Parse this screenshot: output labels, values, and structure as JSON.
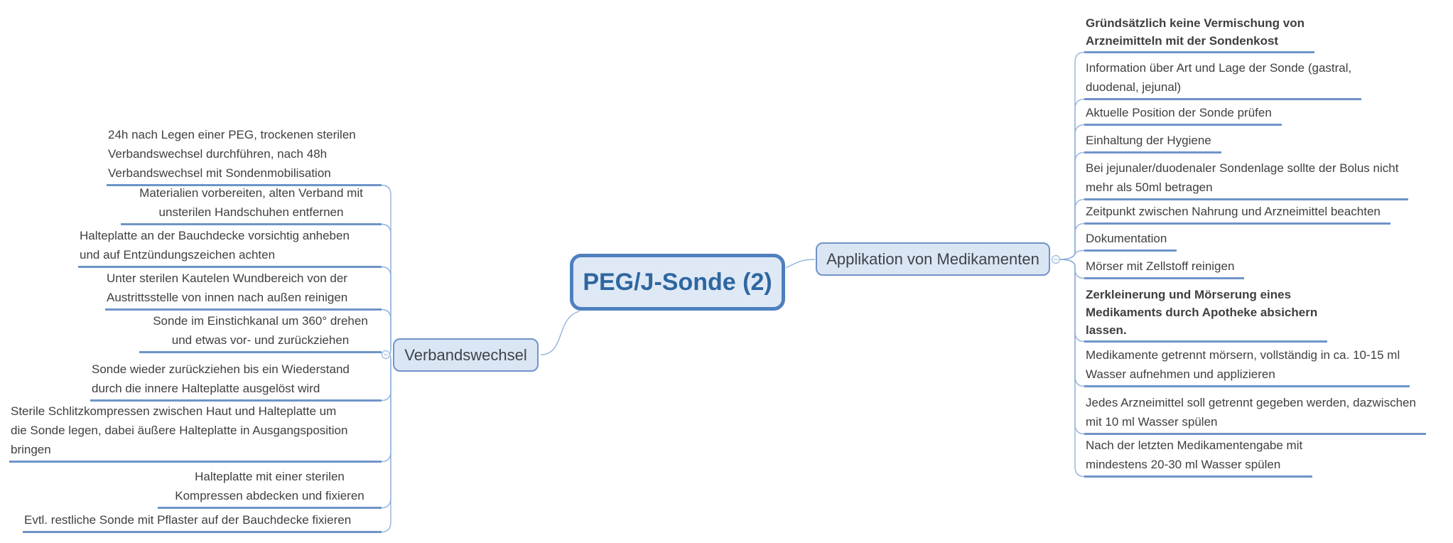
{
  "root": {
    "label": "PEG/J-Sonde (2)"
  },
  "left_branch": {
    "label": "Verbandswechsel",
    "children": [
      {
        "lines": [
          "24h nach Legen einer PEG, trockenen sterilen",
          "Verbandswechsel durchführen, nach 48h",
          "Verbandswechsel mit Sondenmobilisation"
        ]
      },
      {
        "lines": [
          "Materialien vorbereiten, alten Verband mit",
          "unsterilen Handschuhen entfernen"
        ]
      },
      {
        "lines": [
          "Halteplatte an der Bauchdecke vorsichtig anheben",
          "und auf Entzündungszeichen achten"
        ]
      },
      {
        "lines": [
          "Unter sterilen Kautelen Wundbereich von der",
          "Austrittsstelle von innen nach außen reinigen"
        ]
      },
      {
        "lines": [
          "Sonde im Einstichkanal um 360° drehen",
          "und etwas vor- und zurückziehen"
        ]
      },
      {
        "lines": [
          "Sonde wieder zurückziehen bis ein Wiederstand",
          "durch die innere Halteplatte ausgelöst wird"
        ]
      },
      {
        "lines": [
          "Sterile Schlitzkompressen zwischen Haut und Halteplatte um",
          "die Sonde legen, dabei äußere Halteplatte in Ausgangsposition",
          "bringen"
        ]
      },
      {
        "lines": [
          "Halteplatte mit einer sterilen",
          "Kompressen abdecken und fixieren"
        ]
      },
      {
        "lines": [
          "Evtl. restliche Sonde mit Pflaster auf der Bauchdecke fixieren"
        ]
      }
    ]
  },
  "right_branch": {
    "label": "Applikation von Medikamenten",
    "children": [
      {
        "lines": [
          "Gründsätzlich keine Vermischung von",
          "Arzneimitteln mit der Sondenkost"
        ],
        "bold": true
      },
      {
        "lines": [
          "Information über Art und Lage der Sonde (gastral,",
          "duodenal, jejunal)"
        ]
      },
      {
        "lines": [
          "Aktuelle Position der Sonde prüfen"
        ]
      },
      {
        "lines": [
          "Einhaltung der Hygiene"
        ]
      },
      {
        "lines": [
          "Bei jejunaler/duodenaler Sondenlage sollte der Bolus nicht",
          "mehr als 50ml betragen"
        ]
      },
      {
        "lines": [
          "Zeitpunkt zwischen Nahrung und Arzneimittel beachten"
        ]
      },
      {
        "lines": [
          "Dokumentation"
        ]
      },
      {
        "lines": [
          "Mörser mit Zellstoff reinigen"
        ]
      },
      {
        "lines": [
          "Zerkleinerung und Mörserung eines",
          "Medikaments durch Apotheke absichern",
          "lassen."
        ],
        "bold": true
      },
      {
        "lines": [
          "Medikamente getrennt mörsern, vollständig in ca. 10-15 ml",
          "Wasser aufnehmen und applizieren"
        ]
      },
      {
        "lines": [
          "Jedes Arzneimittel soll getrennt gegeben werden, dazwischen",
          "mit 10 ml Wasser spülen"
        ]
      },
      {
        "lines": [
          "Nach der letzten Medikamentengabe mit",
          "mindestens 20-30 ml Wasser spülen"
        ]
      }
    ]
  },
  "colors": {
    "root_border": "#4e80be",
    "root_fill": "#dfe9f6",
    "root_text": "#2e67a0",
    "node_border": "#6f94c8",
    "node_fill": "#dbe6f4",
    "underline": "#6f94c8",
    "edge": "#93b3dc",
    "child_text": "#3f3f3f"
  }
}
